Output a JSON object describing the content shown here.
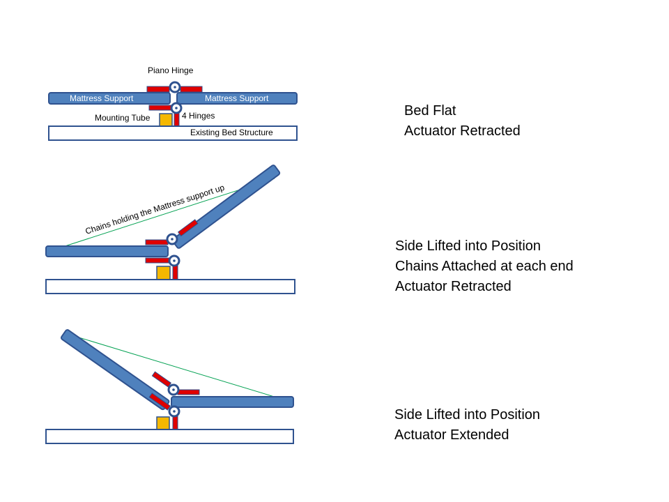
{
  "colors": {
    "panel_fill": "#4f81bd",
    "panel_stroke": "#2f528f",
    "hinge_red": "#e00000",
    "tube_yellow": "#f5b800",
    "chain_green": "#00a050"
  },
  "stage1": {
    "label_piano_hinge": "Piano Hinge",
    "label_support_left": "Mattress Support",
    "label_support_right": "Mattress Support",
    "label_mounting_tube": "Mounting Tube",
    "label_four_hinges": "4 Hinges",
    "label_bed_structure": "Existing Bed Structure",
    "caption": [
      "Bed Flat",
      "Actuator Retracted"
    ]
  },
  "stage2": {
    "label_chains": "Chains  holding  the Mattress support  up",
    "caption": [
      "Side Lifted into Position",
      "Chains Attached at each end",
      "Actuator Retracted"
    ]
  },
  "stage3": {
    "caption": [
      "Side Lifted into Position",
      "Actuator Extended"
    ]
  }
}
